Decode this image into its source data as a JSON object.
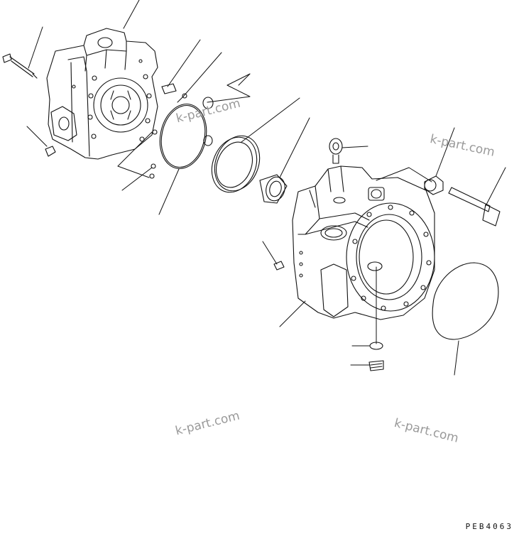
{
  "watermarks": {
    "wm1": "k-part.com",
    "wm2": "k-part.com",
    "wm3": "k-part.com",
    "wm4": "k-part.com"
  },
  "drawing_code": "PEB4063",
  "colors": {
    "line": "#111111",
    "watermark": "#9a9a9a",
    "background": "#ffffff"
  }
}
